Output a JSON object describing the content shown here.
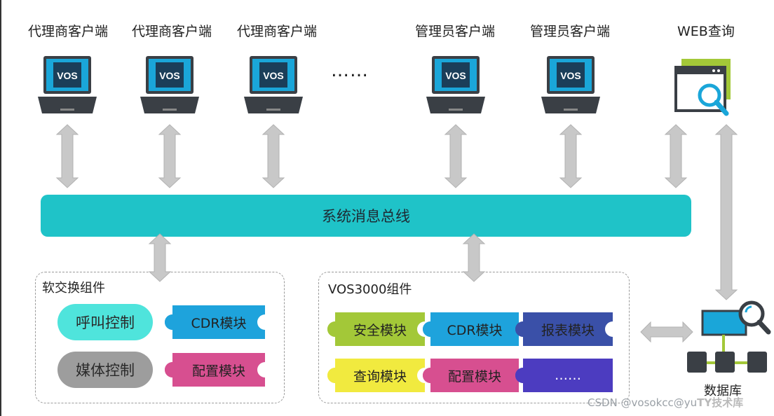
{
  "clients": [
    {
      "label": "代理商客户端",
      "logo": "VOS"
    },
    {
      "label": "代理商客户端",
      "logo": "VOS"
    },
    {
      "label": "代理商客户端",
      "logo": "VOS"
    },
    {
      "label": "管理员客户端",
      "logo": "VOS"
    },
    {
      "label": "管理员客户端",
      "logo": "VOS"
    }
  ],
  "ellipsis": "……",
  "web": {
    "label": "WEB查询"
  },
  "bus": {
    "label": "系统消息总线"
  },
  "softswitch": {
    "title": "软交换组件",
    "call_control": "呼叫控制",
    "media_control": "媒体控制",
    "cdr_module": "CDR模块",
    "config_module": "配置模块"
  },
  "vos3000": {
    "title": "VOS3000组件",
    "modules": [
      "安全模块",
      "CDR模块",
      "报表模块",
      "查询模块",
      "配置模块",
      "……"
    ]
  },
  "database": {
    "label": "数据库"
  },
  "watermark": {
    "text": "CSDN @vosokcc@yu",
    "text2": "TY技术库"
  },
  "colors": {
    "bus": "#1fc3c8",
    "arrow": "#c8c8c8",
    "laptop_screen": "#1aa6d9",
    "cyan_pill": "#4fe4dc",
    "gray_pill": "#9d9d9d",
    "cdr_blue": "#1ea3dc",
    "config_pink": "#d74f90",
    "security_green": "#a3c838",
    "report_navy": "#3a50a8",
    "query_yellow": "#f1ea3f",
    "more_purple": "#4c3cc0"
  }
}
